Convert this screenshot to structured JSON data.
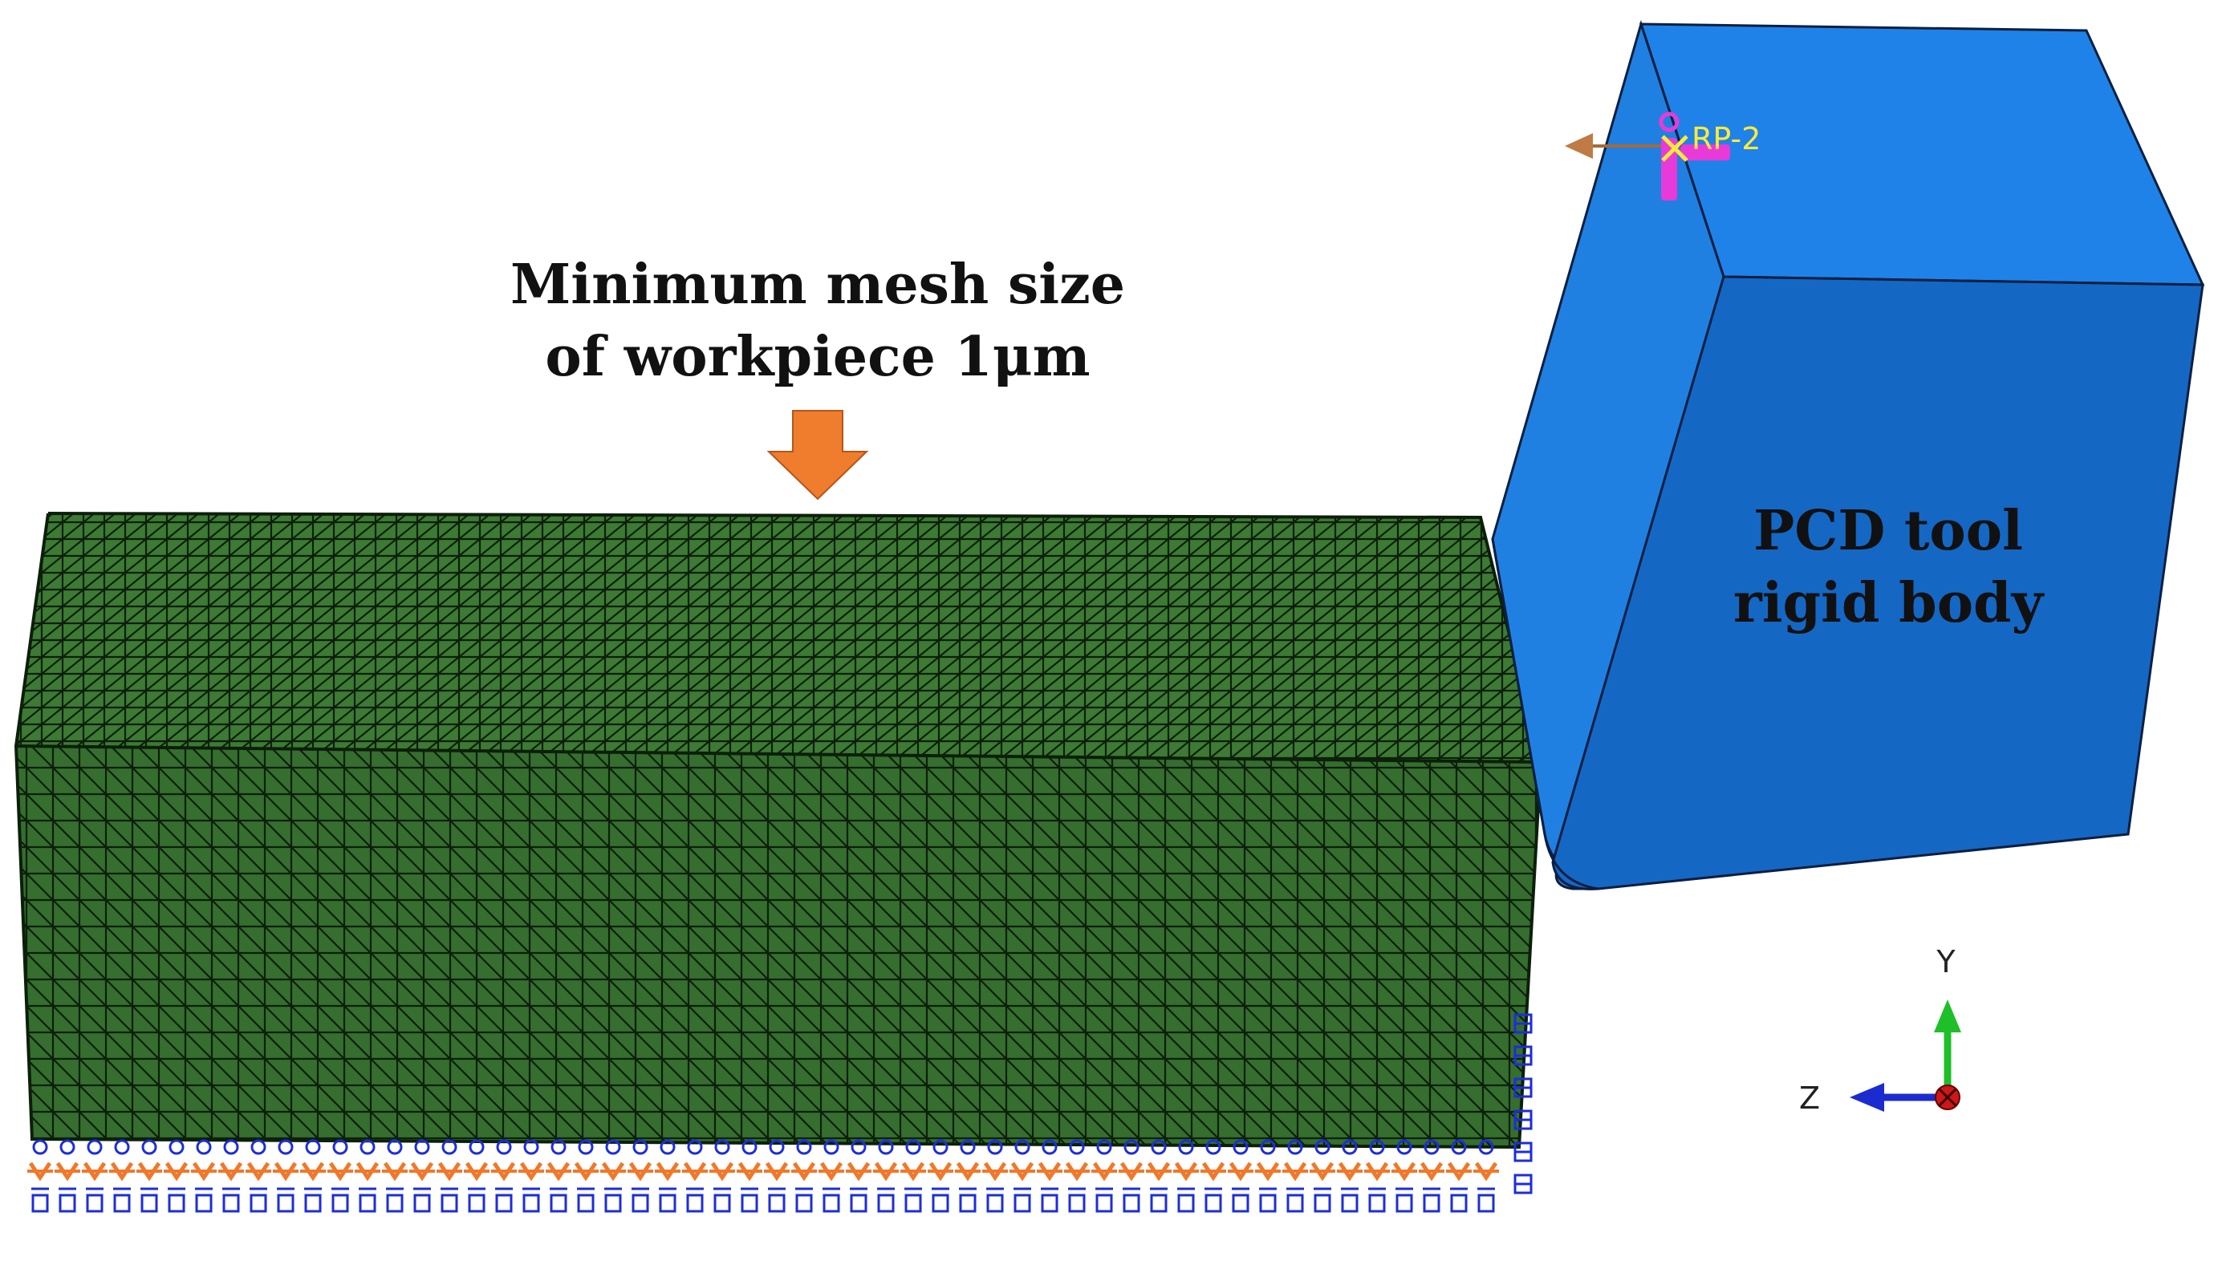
{
  "annotation": {
    "line1": "Minimum mesh size",
    "line2": "of workpiece 1μm"
  },
  "tool": {
    "label_line1": "PCD tool",
    "label_line2": "rigid body",
    "reference_point": "RP-2"
  },
  "axes_triad": {
    "y": "Y",
    "z": "Z"
  },
  "colors": {
    "workpiece_mesh": "#3d7a34",
    "mesh_lines": "#0c1f0a",
    "tool_light": "#1f82e8",
    "tool_dark": "#1567c4",
    "arrow": "#ef7d2d",
    "bc_blue": "#1d2ed8",
    "bc_orange": "#f0782a",
    "rp_magenta": "#e83ad8",
    "axis_y": "#1fbf2a",
    "axis_z": "#1a2cd0",
    "axis_x": "#cc1818"
  }
}
